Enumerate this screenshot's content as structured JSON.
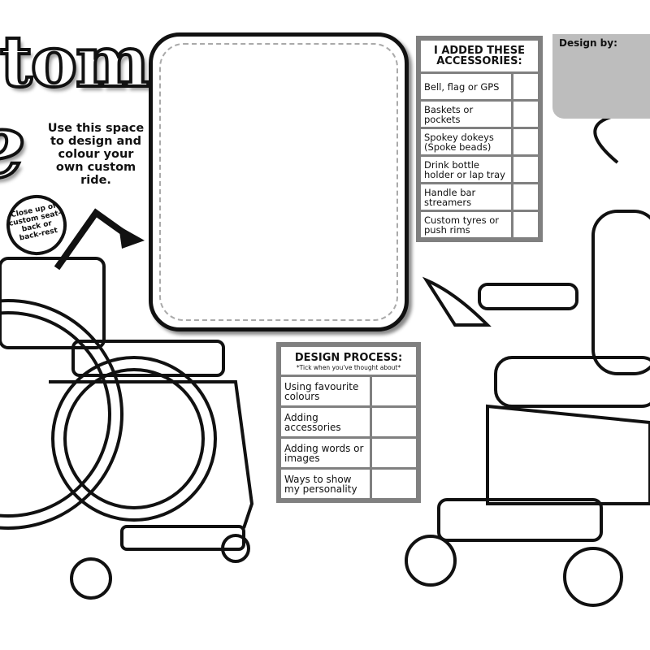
{
  "title": {
    "line1": "tom",
    "line2": "e"
  },
  "instructions": "Use this space to design and colour your own custom ride.",
  "closeup_label": "Close up of custom seat-back or back-rest",
  "accessories": {
    "heading": "I ADDED THESE ACCESSORIES:",
    "items": [
      "Bell, flag or GPS",
      "Baskets or pockets",
      "Spokey dokeys (Spoke beads)",
      "Drink bottle holder or lap tray",
      "Handle bar streamers",
      "Custom tyres or push rims"
    ]
  },
  "design_process": {
    "heading": "DESIGN PROCESS:",
    "subheading": "*Tick when you've thought about*",
    "items": [
      "Using favourite colours",
      "Adding accessories",
      "Adding words or images",
      "Ways to show my personality"
    ]
  },
  "design_by": {
    "label": "Design by:"
  }
}
